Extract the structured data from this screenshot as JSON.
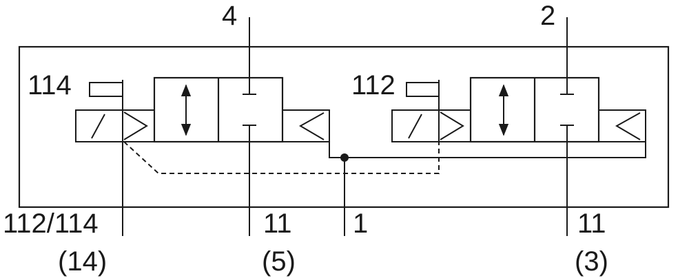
{
  "ports": {
    "top_left": "4",
    "top_right": "2",
    "pilot_left": "114",
    "pilot_right": "112",
    "bottom_pilot": "112/114",
    "bottom_pilot_paren": "(14)",
    "bottom_exhaust_left": "11",
    "bottom_exhaust_left_paren": "(5)",
    "bottom_supply": "1",
    "bottom_exhaust_right": "11",
    "bottom_exhaust_right_paren": "(3)"
  }
}
